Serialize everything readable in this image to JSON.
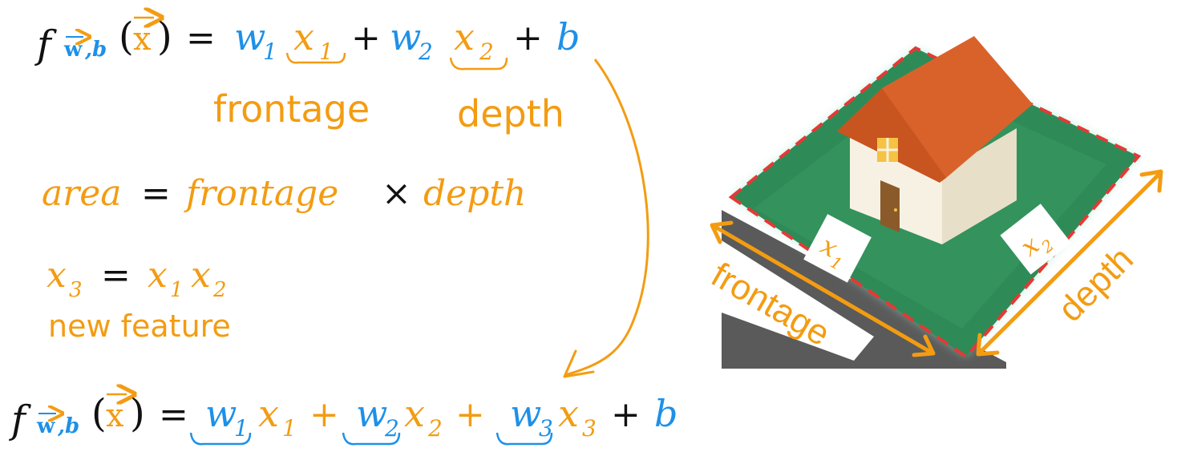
{
  "colors": {
    "orange": "#F39C12",
    "blue": "#1E90E8",
    "black": "#111111",
    "roof": "#D9622B",
    "grass": "#2E8B57",
    "wall": "#F7F1E3",
    "road": "#5a5a5a",
    "dashed": "#E53935"
  },
  "eq1": {
    "f": "f",
    "w_vec": "w",
    "comma_b": ",b",
    "x_vec": "x",
    "w1": "w",
    "w1_sub": "1",
    "x1": "x",
    "x1_sub": "1",
    "plus": "+",
    "w2": "w",
    "w2_sub": "2",
    "x2": "x",
    "x2_sub": "2",
    "b": "b"
  },
  "notes": {
    "frontage": "frontage",
    "depth": "depth",
    "new_feature": "new feature"
  },
  "eq_area": {
    "area": "area",
    "equals": "=",
    "frontage": "frontage",
    "times": "×",
    "depth": "depth"
  },
  "eq_x3": {
    "x3": "x",
    "x3_sub": "3",
    "equals": "=",
    "x1": "x",
    "x1_sub": "1",
    "x2": "x",
    "x2_sub": "2"
  },
  "eq2": {
    "f": "f",
    "w_vec": "w",
    "comma_b": ",b",
    "x_vec": "x",
    "w1": "w",
    "w1_sub": "1",
    "x1": "x",
    "x1_sub": "1",
    "plus": "+",
    "w2": "w",
    "w2_sub": "2",
    "x2": "x",
    "x2_sub": "2",
    "w3": "w",
    "w3_sub": "3",
    "x3": "x",
    "x3_sub": "3",
    "b": "b"
  },
  "house": {
    "x1_label": "x",
    "x1_sub": "1",
    "x2_label": "x",
    "x2_sub": "2",
    "frontage": "frontage",
    "depth": "depth"
  }
}
